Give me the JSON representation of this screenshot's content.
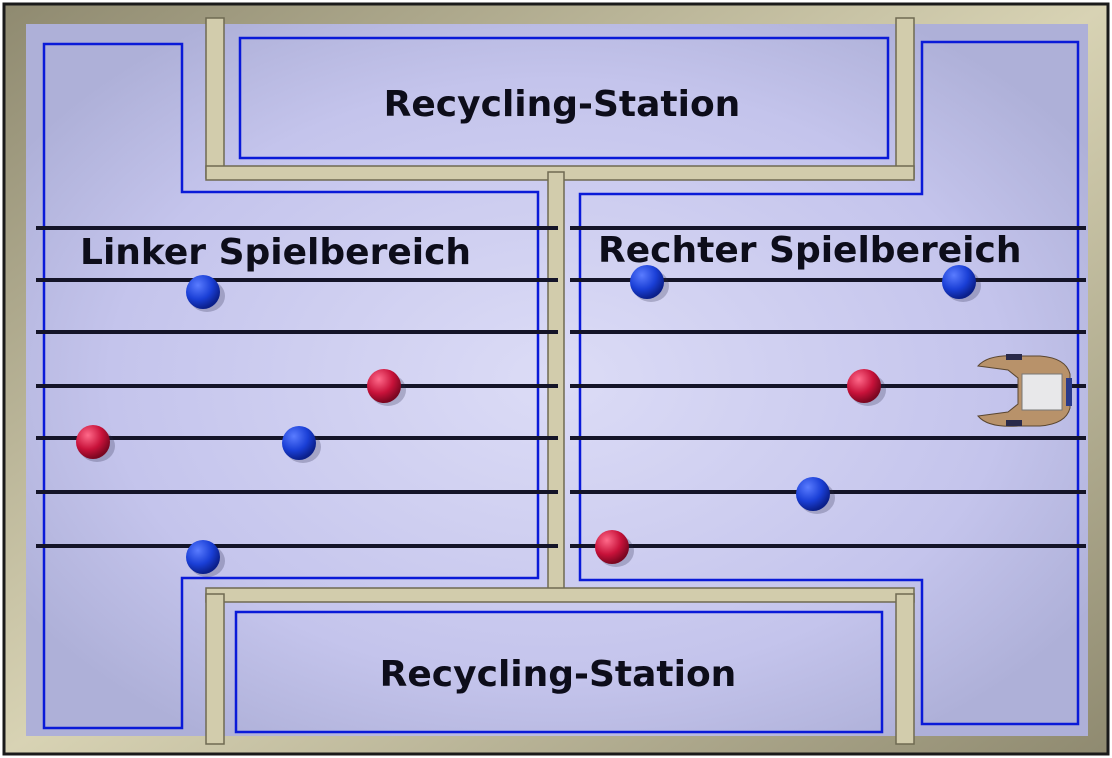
{
  "labels": {
    "station_top": "Recycling-Station",
    "station_bottom": "Recycling-Station",
    "area_left": "Linker Spielbereich",
    "area_right": "Rechter Spielbereich"
  },
  "colors": {
    "wall": "#c9c4a6",
    "floor": "#c8c8ee",
    "boundary": "#0a1ad8",
    "line": "#141428",
    "ball_blue": "#1a3fd6",
    "ball_red": "#c8123a",
    "robot": "#b8926a"
  },
  "balls": [
    {
      "area": "left",
      "color": "blue"
    },
    {
      "area": "left",
      "color": "red"
    },
    {
      "area": "left",
      "color": "red"
    },
    {
      "area": "left",
      "color": "blue"
    },
    {
      "area": "left",
      "color": "blue"
    },
    {
      "area": "right",
      "color": "blue"
    },
    {
      "area": "right",
      "color": "blue"
    },
    {
      "area": "right",
      "color": "red"
    },
    {
      "area": "right",
      "color": "blue"
    },
    {
      "area": "right",
      "color": "red"
    }
  ],
  "robot": {
    "area": "right",
    "icon": "gripper-robot-icon"
  }
}
